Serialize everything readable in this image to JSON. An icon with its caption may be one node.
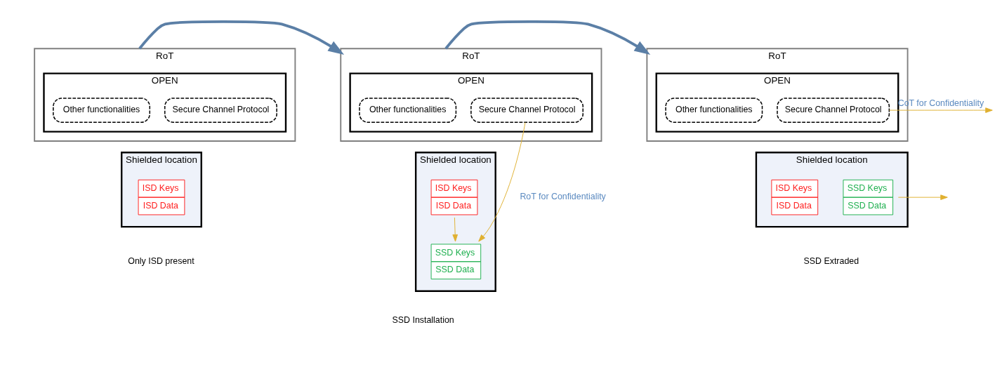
{
  "diagram": {
    "nodes": [
      {
        "text": [
          "RoT"
        ]
      },
      {
        "text": [
          "OPEN"
        ],
        "in": 0
      },
      {
        "text": [
          "Other functionalities"
        ],
        "in": 1
      },
      {
        "text": [
          "Secure Channel Protocol"
        ],
        "in": 1
      },
      {
        "text": [
          "Shielded location"
        ]
      },
      {
        "text": [
          "ISD Keys",
          "ISD Data"
        ],
        "in": 4
      },
      {
        "text": [
          "RoT"
        ]
      },
      {
        "text": [
          "OPEN"
        ],
        "in": 6
      },
      {
        "text": [
          "Other functionalities"
        ],
        "in": 7
      },
      {
        "text": [
          "Secure Channel Protocol"
        ],
        "in": 7
      },
      {
        "text": [
          "Shielded location"
        ]
      },
      {
        "text": [
          "ISD Keys",
          "ISD Data"
        ],
        "in": 10
      },
      {
        "text": [
          "SSD Keys",
          "SSD Data"
        ],
        "in": 10
      },
      {
        "text": [
          "RoT"
        ]
      },
      {
        "text": [
          "OPEN"
        ],
        "in": 13
      },
      {
        "text": [
          "Other functionalities"
        ],
        "in": 14
      },
      {
        "text": [
          "Secure Channel Protocol"
        ],
        "in": 14
      },
      {
        "text": [
          "Shielded location"
        ]
      },
      {
        "text": [
          "ISD Keys",
          "ISD Data"
        ],
        "in": 17
      },
      {
        "text": [
          "SSD Keys",
          "SSD Data"
        ],
        "in": 17
      }
    ],
    "edges": [
      {
        "from": 0,
        "to": 6,
        "arrow": "to",
        "style": "thick",
        "color": "#5b7fa6"
      },
      {
        "from": 6,
        "to": 13,
        "arrow": "to",
        "style": "thick",
        "color": "#5b7fa6"
      },
      {
        "from": 9,
        "to": 12,
        "arrow": "to",
        "label": "RoT for Confidentiality",
        "color": "#e0b030"
      },
      {
        "from": 11,
        "to": 12,
        "arrow": "to",
        "color": "#e0b030"
      },
      {
        "from": 16,
        "to": null,
        "arrow": "to",
        "label": "CoT for Confidentiality",
        "color": "#e0b030"
      },
      {
        "from": 19,
        "to": null,
        "arrow": "to",
        "color": "#e0b030"
      }
    ],
    "labels": [
      "Only ISD present",
      "SSD Installation",
      "SSD Extraded"
    ]
  }
}
